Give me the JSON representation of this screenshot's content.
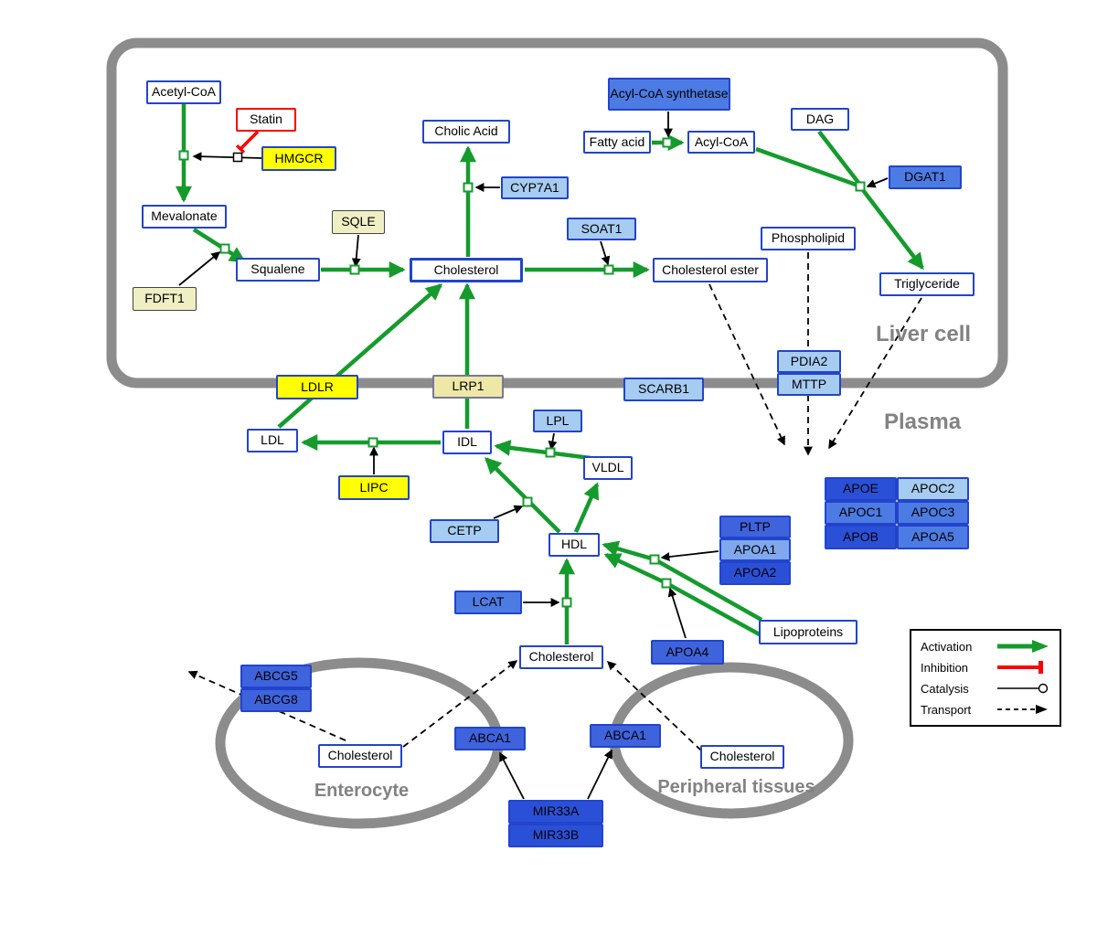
{
  "regions": {
    "liver": "Liver cell",
    "plasma": "Plasma",
    "enterocyte": "Enterocyte",
    "peripheral": "Peripheral tissues"
  },
  "nodes": {
    "acetyl_coa": "Acetyl-CoA",
    "statin": "Statin",
    "hmgcr": "HMGCR",
    "mevalonate": "Mevalonate",
    "sqle": "SQLE",
    "fdft1": "FDFT1",
    "squalene": "Squalene",
    "cholesterol_liver": "Cholesterol",
    "cholic_acid": "Cholic Acid",
    "cyp7a1": "CYP7A1",
    "soat1": "SOAT1",
    "cholesterol_ester": "Cholesterol ester",
    "acyl_coa_synthetase": "Acyl-CoA synthetase",
    "fatty_acid": "Fatty acid",
    "acyl_coa": "Acyl-CoA",
    "dag": "DAG",
    "dgat1": "DGAT1",
    "phospholipid": "Phospholipid",
    "triglyceride": "Triglyceride",
    "pdia2": "PDIA2",
    "mttp": "MTTP",
    "ldlr": "LDLR",
    "lrp1": "LRP1",
    "scarb1": "SCARB1",
    "ldl": "LDL",
    "idl": "IDL",
    "lpl": "LPL",
    "vldl": "VLDL",
    "lipc": "LIPC",
    "cetp": "CETP",
    "hdl": "HDL",
    "pltp": "PLTP",
    "apoa1": "APOA1",
    "apoa2": "APOA2",
    "lcat": "LCAT",
    "apoa4": "APOA4",
    "lipoproteins": "Lipoproteins",
    "apoe": "APOE",
    "apoc2": "APOC2",
    "apoc1": "APOC1",
    "apoc3": "APOC3",
    "apob": "APOB",
    "apoa5": "APOA5",
    "cholesterol_plasma": "Cholesterol",
    "abcg5": "ABCG5",
    "abcg8": "ABCG8",
    "cholesterol_enterocyte": "Cholesterol",
    "abca1_left": "ABCA1",
    "abca1_right": "ABCA1",
    "cholesterol_peripheral": "Cholesterol",
    "mir33a": "MIR33A",
    "mir33b": "MIR33B"
  },
  "legend": {
    "activation": "Activation",
    "inhibition": "Inhibition",
    "catalysis": "Catalysis",
    "transport": "Transport"
  },
  "colors": {
    "activation_green": "#149B2C",
    "inhibition_red": "#FF0000",
    "membrane_gray": "#8C8C8C",
    "metabolite_border_blue": "#2244CC",
    "enzyme_yellow": "#FFFF00",
    "enzyme_pale_yellow": "#EFEFC4",
    "enzyme_light_blue": "#A6CCF2",
    "enzyme_medium_blue": "#4D7BE4",
    "enzyme_blue": "#3E63DC",
    "enzyme_dark_blue": "#2B50D8"
  }
}
